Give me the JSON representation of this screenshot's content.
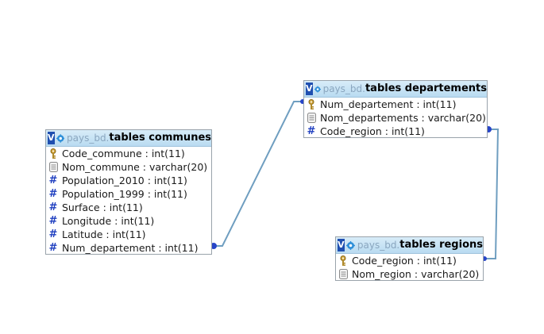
{
  "tables": {
    "departements": {
      "db": "pays_bd.",
      "name": "tables departements",
      "columns": [
        {
          "label": "Num_departement : int(11)",
          "icon": "primary-key-icon"
        },
        {
          "label": "Nom_departements : varchar(20)",
          "icon": "text-column-icon"
        },
        {
          "label": "Code_region : int(11)",
          "icon": "numeric-column-icon"
        }
      ]
    },
    "communes": {
      "db": "pays_bd.",
      "name": "tables communes",
      "columns": [
        {
          "label": "Code_commune : int(11)",
          "icon": "primary-key-icon"
        },
        {
          "label": "Nom_commune : varchar(20)",
          "icon": "text-column-icon"
        },
        {
          "label": "Population_2010 : int(11)",
          "icon": "numeric-column-icon"
        },
        {
          "label": "Population_1999 : int(11)",
          "icon": "numeric-column-icon"
        },
        {
          "label": "Surface : int(11)",
          "icon": "numeric-column-icon"
        },
        {
          "label": "Longitude : int(11)",
          "icon": "numeric-column-icon"
        },
        {
          "label": "Latitude : int(11)",
          "icon": "numeric-column-icon"
        },
        {
          "label": "Num_departement : int(11)",
          "icon": "numeric-column-icon"
        }
      ]
    },
    "regions": {
      "db": "pays_bd.",
      "name": "tables regions",
      "columns": [
        {
          "label": "Code_region : int(11)",
          "icon": "primary-key-icon"
        },
        {
          "label": "Nom_region : varchar(20)",
          "icon": "text-column-icon"
        }
      ]
    }
  },
  "header_badge": "V",
  "colors": {
    "link": "#6f9ec0",
    "endpoint": "#2745c8",
    "header": "#b9dbf1",
    "numeric_icon": "#1f3fc0"
  }
}
